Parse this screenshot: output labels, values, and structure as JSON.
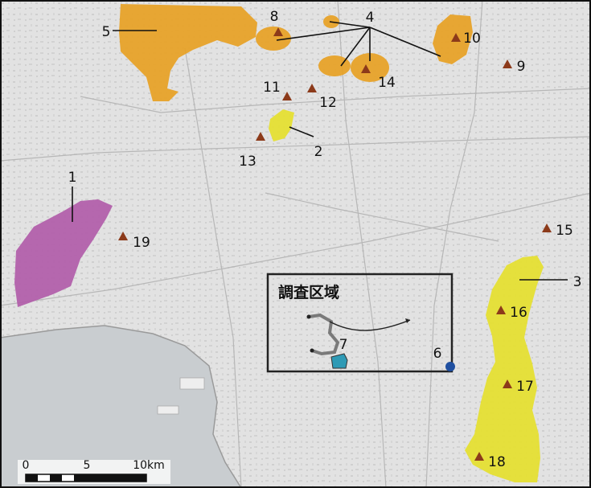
{
  "map": {
    "region_labels": {
      "r1": "1",
      "r2": "2",
      "r3": "3",
      "r4": "4",
      "r5": "5"
    },
    "site_labels": {
      "s6": "6",
      "s7": "7",
      "s8": "8",
      "s9": "9",
      "s10": "10",
      "s11": "11",
      "s12": "12",
      "s13": "13",
      "s14": "14",
      "s15": "15",
      "s16": "16",
      "s17": "17",
      "s18": "18",
      "s19": "19"
    },
    "survey_area_label": "調査区域",
    "scale_bar": {
      "tick_0": "0",
      "tick_5": "5",
      "tick_10": "10km"
    },
    "colors": {
      "orange_zone": "#e8a020",
      "yellow_zone": "#e6e02a",
      "purple_zone": "#b05aa8",
      "site_marker": "#8c3a1a",
      "survey_box": "#222222",
      "sea": "#c9cdd0",
      "land": "#e4e4e4",
      "dot_blue": "#1f4fa0",
      "area7_fill": "#2e9ab5"
    }
  }
}
